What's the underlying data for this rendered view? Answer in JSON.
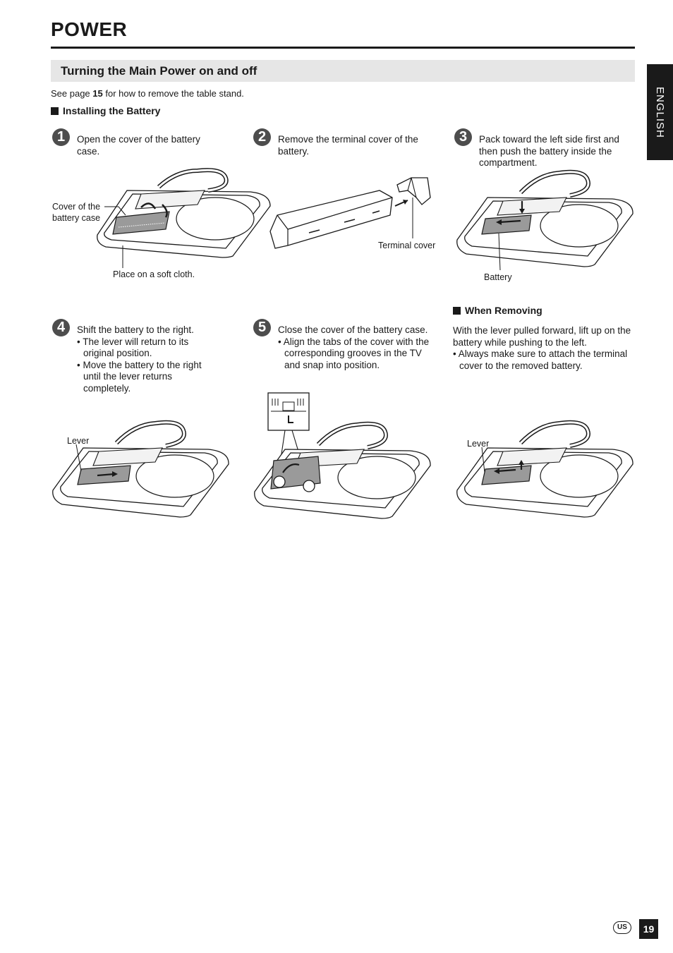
{
  "page": {
    "title": "POWER",
    "section_title": "Turning the Main Power on and off",
    "see_page_prefix": "See page ",
    "see_page_number": "15",
    "see_page_suffix": " for how to remove the table stand.",
    "installing_heading": "Installing the Battery",
    "language_tab": "ENGLISH",
    "region_badge": "US",
    "page_number": "19"
  },
  "steps": [
    {
      "number": "1",
      "text": "Open the cover of the battery case.",
      "labels": [
        "Cover of the",
        "battery case",
        "Place on a soft cloth."
      ]
    },
    {
      "number": "2",
      "text": "Remove the terminal cover of the battery.",
      "labels": [
        "Terminal cover"
      ]
    },
    {
      "number": "3",
      "text": "Pack toward the left side first and then push the battery inside the compartment.",
      "labels": [
        "Battery"
      ]
    },
    {
      "number": "4",
      "text": "Shift the battery to the right.",
      "bullets": [
        "The lever will return to its original position.",
        "Move the battery to the right until the lever returns completely."
      ],
      "labels": [
        "Lever"
      ]
    },
    {
      "number": "5",
      "text": "Close the cover of the battery case.",
      "bullets": [
        "Align the tabs of the cover with the corresponding grooves in the TV and snap into position."
      ]
    }
  ],
  "removing": {
    "heading": "When Removing",
    "text": "With the lever pulled forward, lift up on the battery while pushing to the left.",
    "bullets": [
      "Always make sure to attach the terminal cover to the removed battery."
    ],
    "labels": [
      "Lever"
    ]
  }
}
